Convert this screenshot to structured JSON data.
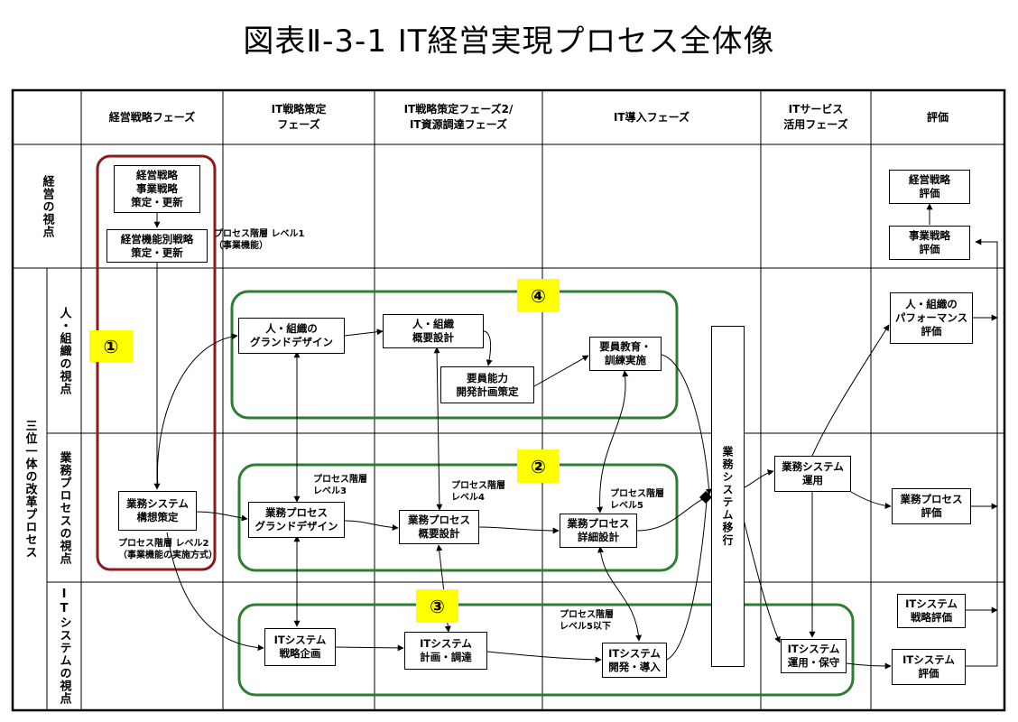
{
  "title": "図表Ⅱ-3-1 IT経営実現プロセス全体像",
  "headers": {
    "phase1": "経営戦略フェーズ",
    "phase2": "IT戦略策定\nフェーズ",
    "phase3": "IT戦略策定フェーズ2/\nIT資源調達フェーズ",
    "phase4": "IT導入フェーズ",
    "phase5": "ITサービス\n活用フェーズ",
    "phase6": "評価"
  },
  "row_labels": {
    "management": "経営の視点",
    "trinity": "三位一体の改革プロセス",
    "people": "人・組織の視点",
    "business": "業務プロセスの視点",
    "it": "ITシステムの視点"
  },
  "boxes": {
    "mgmt_strategy": "経営戦略\n事業戦略\n策定・更新",
    "func_strategy": "経営機能別戦略\n策定・更新",
    "people_grand": "人・組織の\nグランドデザイン",
    "people_outline": "人・組織\n概要設計",
    "staff_capability": "要員能力\n開発計画策定",
    "staff_training": "要員教育・\n訓練実施",
    "biz_concept": "業務システム\n構想策定",
    "biz_grand": "業務プロセス\nグランドデザイン",
    "biz_outline": "業務プロセス\n概要設計",
    "biz_detail": "業務プロセス\n詳細設計",
    "it_strategy": "ITシステム\n戦略企画",
    "it_plan": "ITシステム\n計画・調達",
    "it_dev": "ITシステム\n開発・導入",
    "migration": "業務システム移行",
    "biz_operation": "業務システム\n運用",
    "it_operation": "ITシステム\n運用・保守",
    "eval_mgmt": "経営戦略\n評価",
    "eval_biz_strategy": "事業戦略\n評価",
    "eval_people": "人・組織の\nパフォーマンス\n評価",
    "eval_process": "業務プロセス\n評価",
    "eval_it_strategy": "ITシステム\n戦略評価",
    "eval_it_system": "ITシステム\n評価"
  },
  "notes": {
    "level1": "プロセス階層 レベル1\n（事業機能）",
    "level2": "プロセス階層 レベル2\n（事業機能の実施方式）",
    "level3": "プロセス階層\nレベル3",
    "level4": "プロセス階層\nレベル4",
    "level5": "プロセス階層\nレベル5",
    "level5below": "プロセス階層\nレベル5以下"
  },
  "markers": {
    "m1": "①",
    "m2": "②",
    "m3": "③",
    "m4": "④"
  },
  "colors": {
    "group1": "#8b1a1a",
    "groups": "#2e7d32",
    "marker": "#ffff00",
    "line": "#000000"
  }
}
